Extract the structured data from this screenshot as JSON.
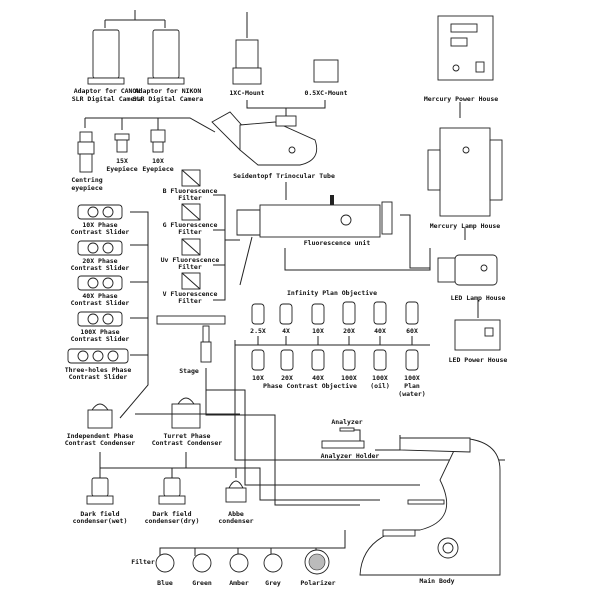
{
  "diagram": {
    "camera": {
      "adaptor_canon": [
        "Adaptor for CANON",
        "SLR Digital Camera"
      ],
      "adaptor_nikon": [
        "Adaptor for NIKON",
        "SLR Digital Camera"
      ],
      "mount_1x": "1XC-Mount",
      "mount_05x": "0.5XC-Mount"
    },
    "eyepieces": {
      "centring": [
        "Centring",
        "eyepiece"
      ],
      "e15": [
        "15X",
        "Eyepiece"
      ],
      "e10": [
        "10X",
        "Eyepiece"
      ]
    },
    "trinocular": "Seidentopf Trinocular Tube",
    "filters_fluo": [
      [
        "B Fluorescence",
        "Filter"
      ],
      [
        "G Fluorescence",
        "Filter"
      ],
      [
        "Uv Fluorescence",
        "Filter"
      ],
      [
        "V Fluorescence",
        "Filter"
      ]
    ],
    "fluorescence_unit": "Fluorescence unit",
    "mercury_power_house": "Mercury Power House",
    "mercury_lamp_house": "Mercury Lamp House",
    "led_lamp_house": "LED Lamp House",
    "led_power_house": "LED Power House",
    "phase_sliders": [
      [
        "10X Phase",
        "Contrast Slider"
      ],
      [
        "20X Phase",
        "Contrast Slider"
      ],
      [
        "40X Phase",
        "Contrast Slider"
      ],
      [
        "100X Phase",
        "Contrast Slider"
      ],
      [
        "Three-holes Phase",
        "Contrast Slider"
      ]
    ],
    "stage": "Stage",
    "infinity_objective": {
      "title": "Infinity Plan Objective",
      "items": [
        "2.5X",
        "4X",
        "10X",
        "20X",
        "40X",
        "60X"
      ]
    },
    "phase_objective": {
      "title": "Phase Contrast Objective",
      "items": [
        [
          "10X"
        ],
        [
          "20X"
        ],
        [
          "40X"
        ],
        [
          "100X"
        ],
        [
          "100X",
          "(oil)"
        ],
        [
          "100X",
          "Plan",
          "(water)"
        ]
      ]
    },
    "condensers": {
      "independent": [
        "Independent Phase",
        "Contrast Condenser"
      ],
      "turret": [
        "Turret Phase",
        "Contrast Condenser"
      ],
      "dark_wet": [
        "Dark field",
        "condenser(wet)"
      ],
      "dark_dry": [
        "Dark field",
        "condenser(dry)"
      ],
      "abbe": [
        "Abbe",
        "condenser"
      ]
    },
    "analyzer": "Analyzer",
    "analyzer_holder": "Analyzer Holder",
    "filter": {
      "label": "Filter",
      "items": [
        "Blue",
        "Green",
        "Amber",
        "Grey"
      ]
    },
    "polarizer": "Polarizer",
    "main_body": "Main Body"
  }
}
